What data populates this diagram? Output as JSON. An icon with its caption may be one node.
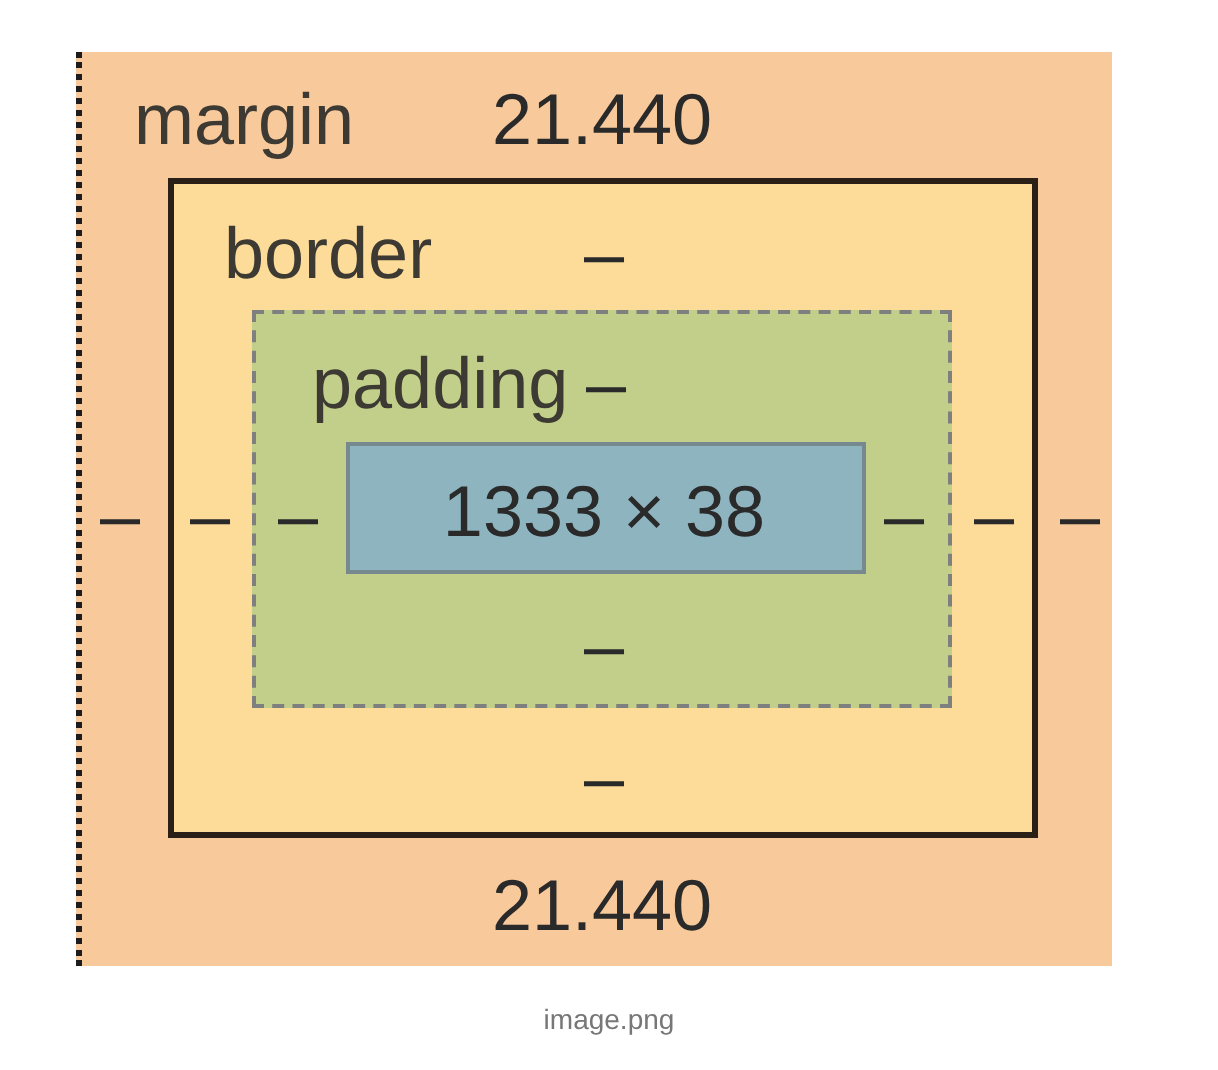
{
  "diagram": {
    "caption": "image.png",
    "nodes": [
      {
        "text": [
          "margin",
          "21.440",
          "–",
          "–",
          "21.440"
        ]
      },
      {
        "text": [
          "border",
          "–",
          "–",
          "–",
          "–"
        ],
        "in": 0
      },
      {
        "text": [
          "padding",
          "–",
          "–",
          "–",
          "–"
        ],
        "in": 1
      },
      {
        "text": [
          "1333 × 38"
        ],
        "in": 2
      }
    ]
  }
}
